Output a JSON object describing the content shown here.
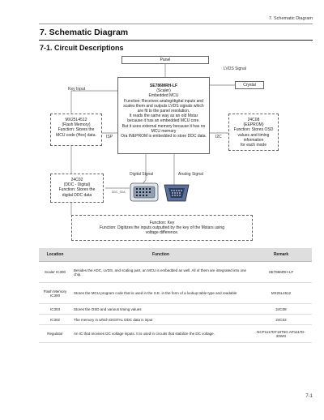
{
  "header": {
    "section_label": "7. Schematic Diagram"
  },
  "title": "7. Schematic Diagram",
  "subtitle": "7-1. Circuit Descriptions",
  "diagram": {
    "panel": "Panel",
    "lvds_signal": "LVDS Signal",
    "crystal": "Crystal",
    "key_input": "Key Input",
    "scaler_lines": [
      "SE786MRH-LF",
      "(Scaler)",
      "Embedded MCU",
      "Function: Receives analog/digital inputs and",
      "scales them and outputs LVDS signals which",
      "are fit to the panel resolution.",
      "It reads the same way as an old Mstar",
      "because it has an embedded MCU core.",
      "But it uses external memory because it has no",
      "MCU memory",
      "Ora INEPROM is embedded to store DDC data."
    ],
    "flash_lines": [
      "MX25L4512",
      "(Flash Memory)",
      "Function: Stores the",
      "MCU code (Hex) data."
    ],
    "isp_label": "ISP",
    "i2c_label": "I2C",
    "eeprom_lines": [
      "24C08",
      "(EEPROM)",
      "Function: Stores OSD",
      "values and timing",
      "information",
      "for each mode"
    ],
    "digital_signal": "Digital Signal",
    "analog_signal": "Analog Signal",
    "edid_lines": [
      "24C02",
      "(DDC - Digital)",
      "Function: Stores the",
      "digital DDC data"
    ],
    "ddc_label": "DDC_SDA",
    "func_lines": [
      "Function: Key",
      "Function: Digitizes the inputs outputted by the key of the Mstars using",
      "voltage difference."
    ]
  },
  "table": {
    "headers": [
      "Location",
      "Function",
      "Remark"
    ],
    "rows": [
      [
        "Scaler IC300",
        "Besides the ADC, LVDS, and scaling part, an MCU is embedded as well. All of them are integrated into one chip.",
        "SE786MRH-LF"
      ],
      [
        "Flash Memory IC300",
        "Stores the MCU program code that is used in the S.E. in the form of a lookup table type and readable",
        "MX25L4512"
      ],
      [
        "IC303",
        "Stores the OSD and various timing values",
        "24C08"
      ],
      [
        "IC302",
        "The memory in which DIGITAL DDC data is input",
        "24C02"
      ],
      [
        "Regulator",
        "An IC that receives DC voltage inputs. It is used in circuits that stabilize the DC voltage.",
        "NCP1117DT18T5G AP1117D-33WG"
      ]
    ]
  },
  "page_number": "7-1"
}
